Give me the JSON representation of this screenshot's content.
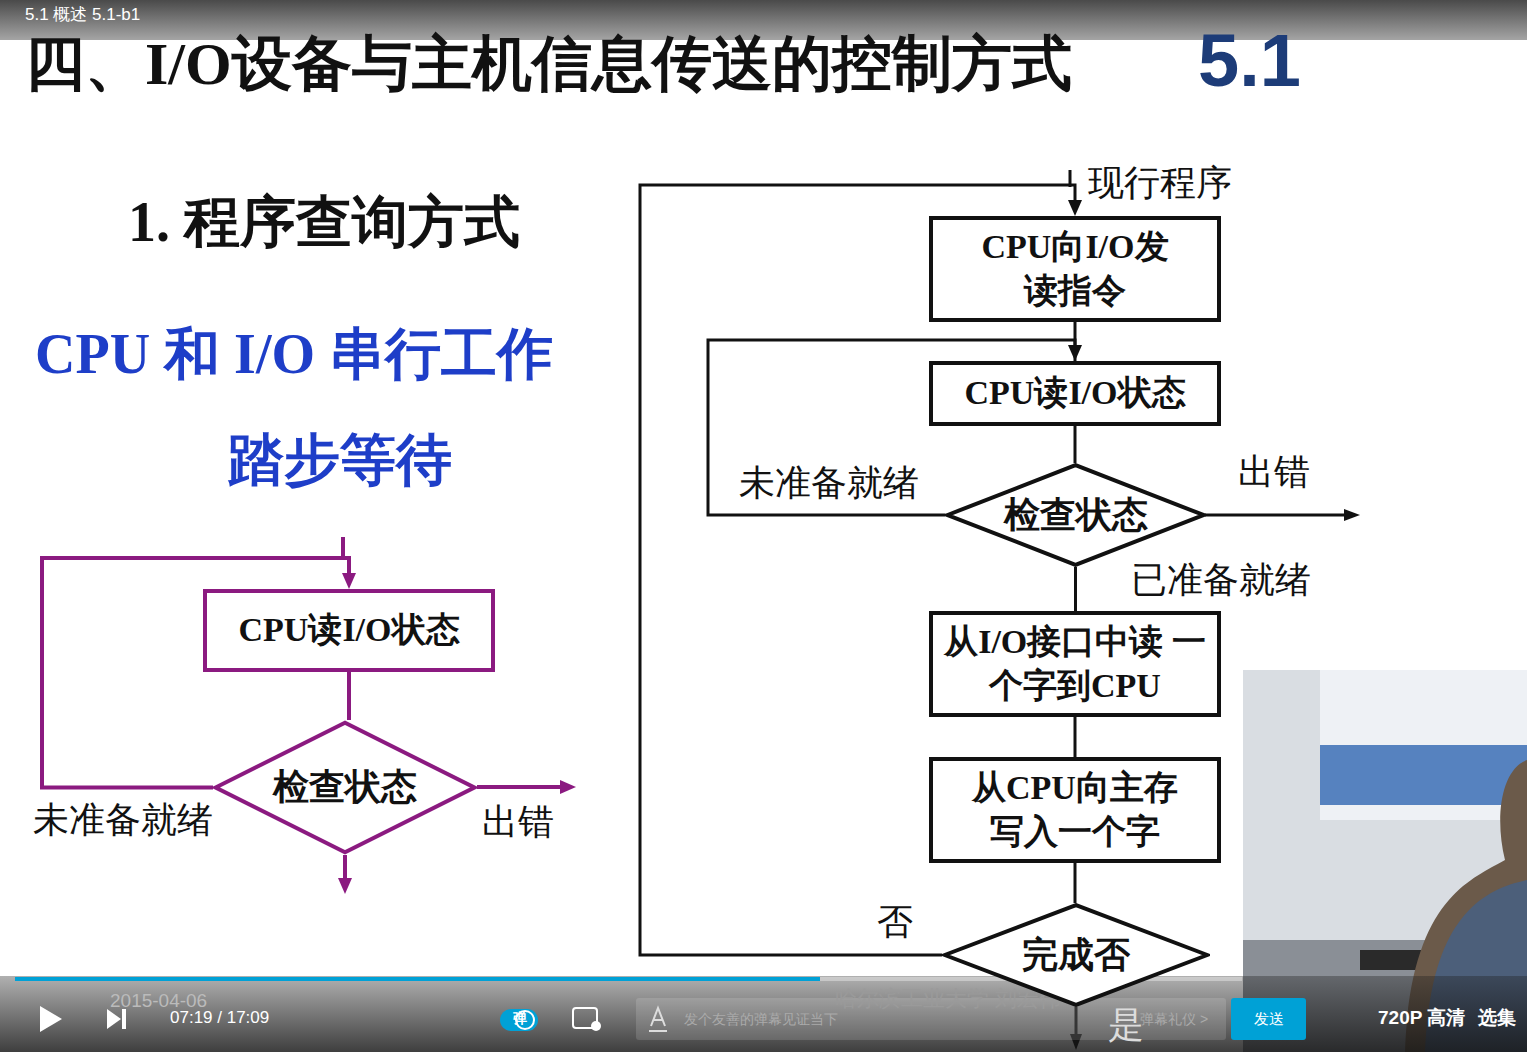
{
  "diagram": {
    "title": "四、I/O设备与主机信息传送的控制方式",
    "nodes": [
      {
        "text": [
          "CPU读I/O状态"
        ]
      },
      {
        "text": [
          "检查状态"
        ]
      },
      {
        "text": [
          "CPU向I/O发 读指令"
        ]
      },
      {
        "text": [
          "CPU读I/O状态"
        ]
      },
      {
        "text": [
          "检查状态"
        ]
      },
      {
        "text": [
          "从I/O接口中读 一个字到CPU"
        ]
      },
      {
        "text": [
          "从CPU向主存 写入一个字"
        ]
      },
      {
        "text": [
          "完成否"
        ]
      }
    ],
    "edges": [
      {
        "from": 0,
        "to": 1,
        "arrow": "none"
      },
      {
        "from": 1,
        "to": 0,
        "label": "未准备就绪",
        "arrow": "to"
      },
      {
        "from": 2,
        "to": 3,
        "arrow": "none"
      },
      {
        "from": 3,
        "to": 4,
        "arrow": "none"
      },
      {
        "from": 4,
        "to": 3,
        "label": "未准备就绪",
        "arrow": "to"
      },
      {
        "from": 4,
        "to": 5,
        "label": "已准备就绪",
        "arrow": "none"
      },
      {
        "from": 5,
        "to": 6,
        "arrow": "none"
      },
      {
        "from": 6,
        "to": 7,
        "arrow": "none"
      },
      {
        "from": 7,
        "to": 2,
        "label": "否",
        "arrow": "to"
      }
    ],
    "labels": [
      "5.1 概述 5.1-b1",
      "5.1",
      "1. 程序查询方式",
      "CPU 和 I/O 串行工作",
      "踏步等待",
      "出错",
      "现行程序",
      "出错",
      "是",
      "哈尔滨工业大学 刘宏伟",
      "2015-04-06",
      "07:19 / 17:09",
      "弹",
      "发个友善的弹幕见证当下",
      "弹幕礼仪 >",
      "发送",
      "720P 高清",
      "选集"
    ]
  }
}
